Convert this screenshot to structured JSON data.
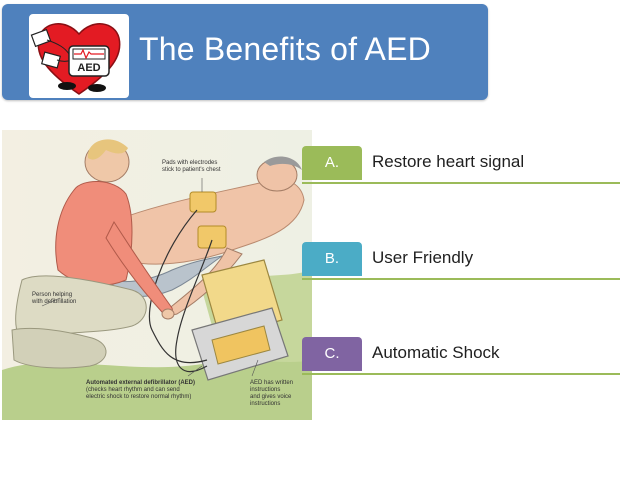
{
  "header": {
    "title": "The Benefits of AED",
    "logo_text": "AED",
    "color": "#4f81bd"
  },
  "illustration": {
    "labels": {
      "pads": "Pads with electrodes\nstick to patient's chest",
      "person": "Person helping\nwith defibrillation",
      "aed_title": "Automated external defibrillator (AED)",
      "aed_desc": "(checks heart rhythm and can send\nelectric shock to restore normal rhythm)",
      "instructions": "AED has written\ninstructions\nand gives voice\ninstructions"
    }
  },
  "benefits": [
    {
      "letter": "A.",
      "label": "Restore heart signal",
      "color": "#9bbb59"
    },
    {
      "letter": "B.",
      "label": "User Friendly",
      "color": "#4bacc6"
    },
    {
      "letter": "C.",
      "label": "Automatic Shock",
      "color": "#8064a2"
    }
  ],
  "divider_color": "#9bbb59"
}
